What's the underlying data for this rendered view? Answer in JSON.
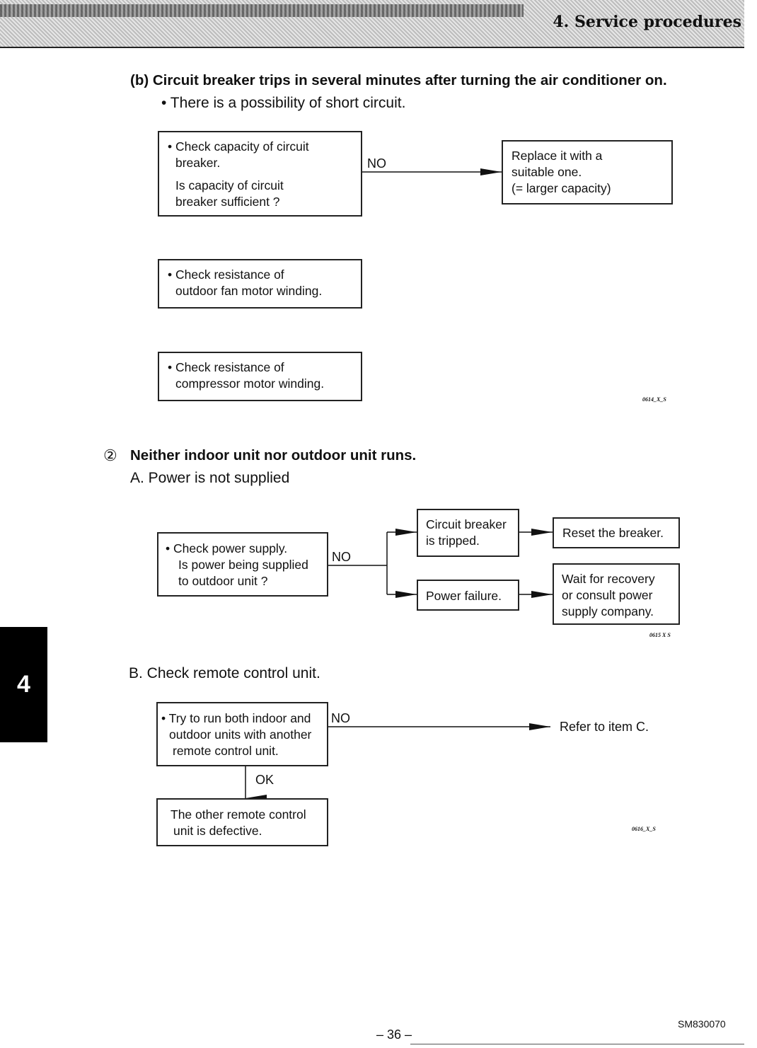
{
  "header": {
    "title": "4. Service procedures"
  },
  "section_b": {
    "heading": "(b)  Circuit breaker trips in several minutes after turning the air conditioner on.",
    "subtitle": "• There is a possibility of short circuit.",
    "box1_line1": "• Check capacity of circuit",
    "box1_line2": "breaker.",
    "box1_line3": "Is capacity of circuit",
    "box1_line4": "breaker sufficient ?",
    "no_label": "NO",
    "result_line1": "Replace it with a",
    "result_line2": "suitable one.",
    "result_line3": "(= larger capacity)",
    "box2_line1": "• Check resistance of",
    "box2_line2": "outdoor fan motor winding.",
    "box3_line1": "• Check resistance of",
    "box3_line2": "compressor motor winding.",
    "figure_code": "0614_X_S"
  },
  "section_2": {
    "marker": "②",
    "heading": "Neither indoor unit nor outdoor unit runs.",
    "item_a": "A.  Power is not supplied",
    "check_line1": "• Check power supply.",
    "check_line2": "Is power being supplied",
    "check_line3": "to outdoor unit ?",
    "no_label": "NO",
    "breaker_line1": "Circuit breaker",
    "breaker_line2": "is tripped.",
    "reset": "Reset the breaker.",
    "power_failure": "Power failure.",
    "wait_line1": "Wait for recovery",
    "wait_line2": "or consult power",
    "wait_line3": "supply company.",
    "figure_code": "0615 X S",
    "item_b": "B.  Check remote control unit.",
    "remote_line1": "• Try to run both indoor and",
    "remote_line2": "outdoor units with another",
    "remote_line3": "remote control unit.",
    "remote_no": "NO",
    "refer": "Refer to item C.",
    "ok_label": "OK",
    "defective_line1": "The other remote control",
    "defective_line2": "unit is defective.",
    "figure_code_b": "0616_X_S"
  },
  "side_tab": {
    "number": "4"
  },
  "footer": {
    "page": "– 36 –",
    "doc_code": "SM830070"
  }
}
